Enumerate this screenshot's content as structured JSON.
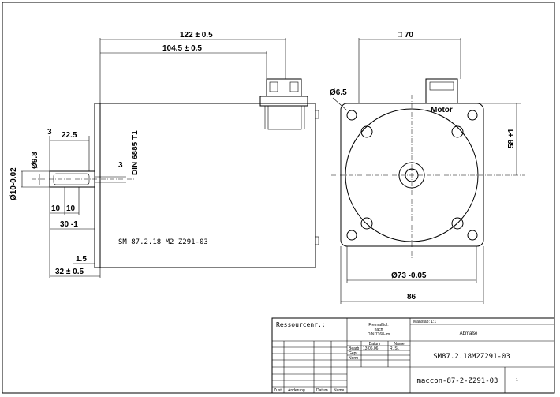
{
  "dimensions": {
    "overall_length": "122 ± 0.5",
    "body_length": "104.5 ± 0.5",
    "square": "□ 70",
    "hole_dia": "Ø6.5",
    "height_58": "58 +1",
    "pilot_dia": "Ø73 -0.05",
    "flange_width": "86",
    "shaft_dia": "Ø10-0.02",
    "flat_dia": "Ø9.8",
    "flat_length": "22.5",
    "flat_offset": "3",
    "key_3": "3",
    "din": "DIN 6885 T1",
    "dim_10a": "10",
    "dim_10b": "10",
    "dim_30": "30 -1",
    "dim_1_5": "1.5",
    "dim_32": "32 ± 0.5"
  },
  "motor_label": "Motor",
  "model_label": "SM 87.2.18 M2 Z291-03",
  "title_block": {
    "ressource": "Ressourcenr.:",
    "freimass_1": "Freimaßtol.",
    "freimass_2": "nach",
    "freimass_3": "DIN 7168- m",
    "massstab": "Maßstab: 1:1",
    "abmasse": "Abmaße",
    "datum_header": "Datum",
    "name_header": "Name",
    "bearb": "Bearb",
    "bearb_date": "13.06.06",
    "bearb_name": "R. St.",
    "gepr": "Gepr.",
    "norm": "Norm",
    "part_number": "SM87.2.18M2Z291-03",
    "drawing_number": "maccon-87-2-Z291-03",
    "sheet": "1-",
    "zust": "Zust.",
    "anderung": "Änderung",
    "datum_footer": "Datum",
    "name_footer": "Name"
  }
}
